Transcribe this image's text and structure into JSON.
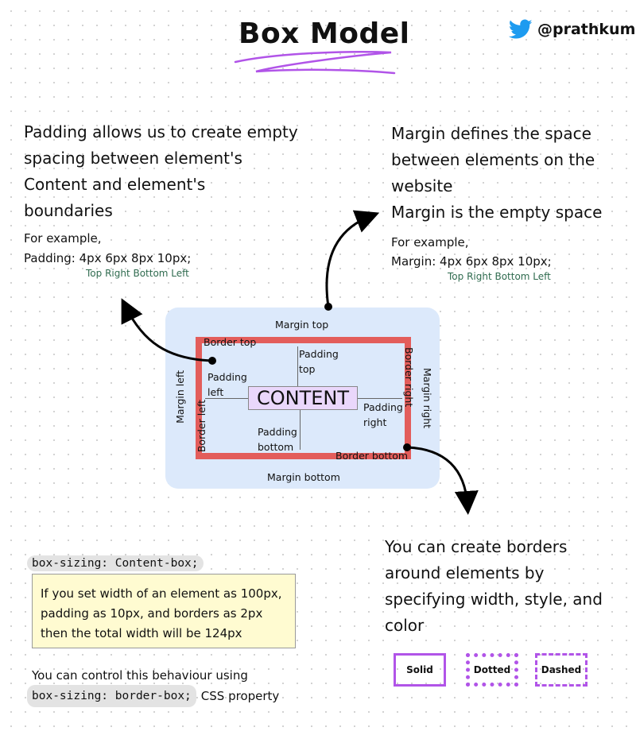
{
  "header": {
    "title": "Box Model",
    "twitter_handle": "@prathkum"
  },
  "padding_section": {
    "description": "Padding allows us to create empty spacing between element's Content and element's boundaries",
    "example_label": "For example,",
    "example_code": "Padding: 4px 6px 8px 10px;",
    "order_hint": "Top Right Bottom Left"
  },
  "margin_section": {
    "description_1": "Margin defines the space between elements on the website",
    "description_2": "Margin is the empty space",
    "example_label": "For example,",
    "example_code": "Margin: 4px 6px 8px 10px;",
    "order_hint": "Top Right Bottom Left"
  },
  "diagram": {
    "margin_top": "Margin top",
    "margin_bottom": "Margin bottom",
    "margin_left": "Margin left",
    "margin_right": "Margin right",
    "border_top": "Border top",
    "border_bottom": "Border bottom",
    "border_left": "Border left",
    "border_right": "Border right",
    "padding_top": "Padding top",
    "padding_bottom": "Padding bottom",
    "padding_left": "Padding left",
    "padding_right": "Padding right",
    "content": "CONTENT"
  },
  "box_sizing": {
    "chip_label": "box-sizing: Content-box;",
    "note": "If you set width of an element as 100px, padding as 10px, and borders as 2px then the total width will be 124px",
    "control_text": "You can control this behaviour using",
    "control_chip": "box-sizing: border-box;",
    "control_suffix": "CSS property"
  },
  "border_section": {
    "description": "You can create borders around elements by specifying width, style, and color",
    "styles": [
      "Solid",
      "Dotted",
      "Dashed"
    ]
  },
  "colors": {
    "border_red": "#e35d5b",
    "margin_blue": "#dce9fb",
    "content_purple": "#ead7fb",
    "accent_purple": "#b154e8",
    "note_yellow": "#fffbd1",
    "twitter_blue": "#1d9bf0"
  }
}
